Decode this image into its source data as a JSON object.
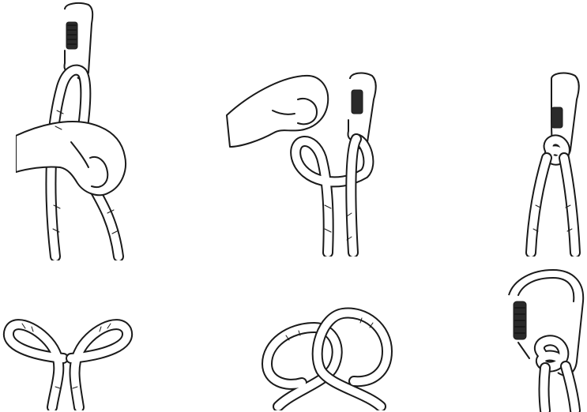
{
  "figure": {
    "panels": [
      {
        "id": "p1",
        "icon": "hand-holding-rope-through-carabiner-icon"
      },
      {
        "id": "p2",
        "icon": "hand-crossing-rope-loop-at-carabiner-icon"
      },
      {
        "id": "p3",
        "icon": "clove-hitch-on-carabiner-icon"
      },
      {
        "id": "p4",
        "icon": "two-loops-rope-icon"
      },
      {
        "id": "p5",
        "icon": "overlapping-loops-rope-icon"
      },
      {
        "id": "p6",
        "icon": "carabiner-closeup-hitch-icon"
      }
    ]
  }
}
